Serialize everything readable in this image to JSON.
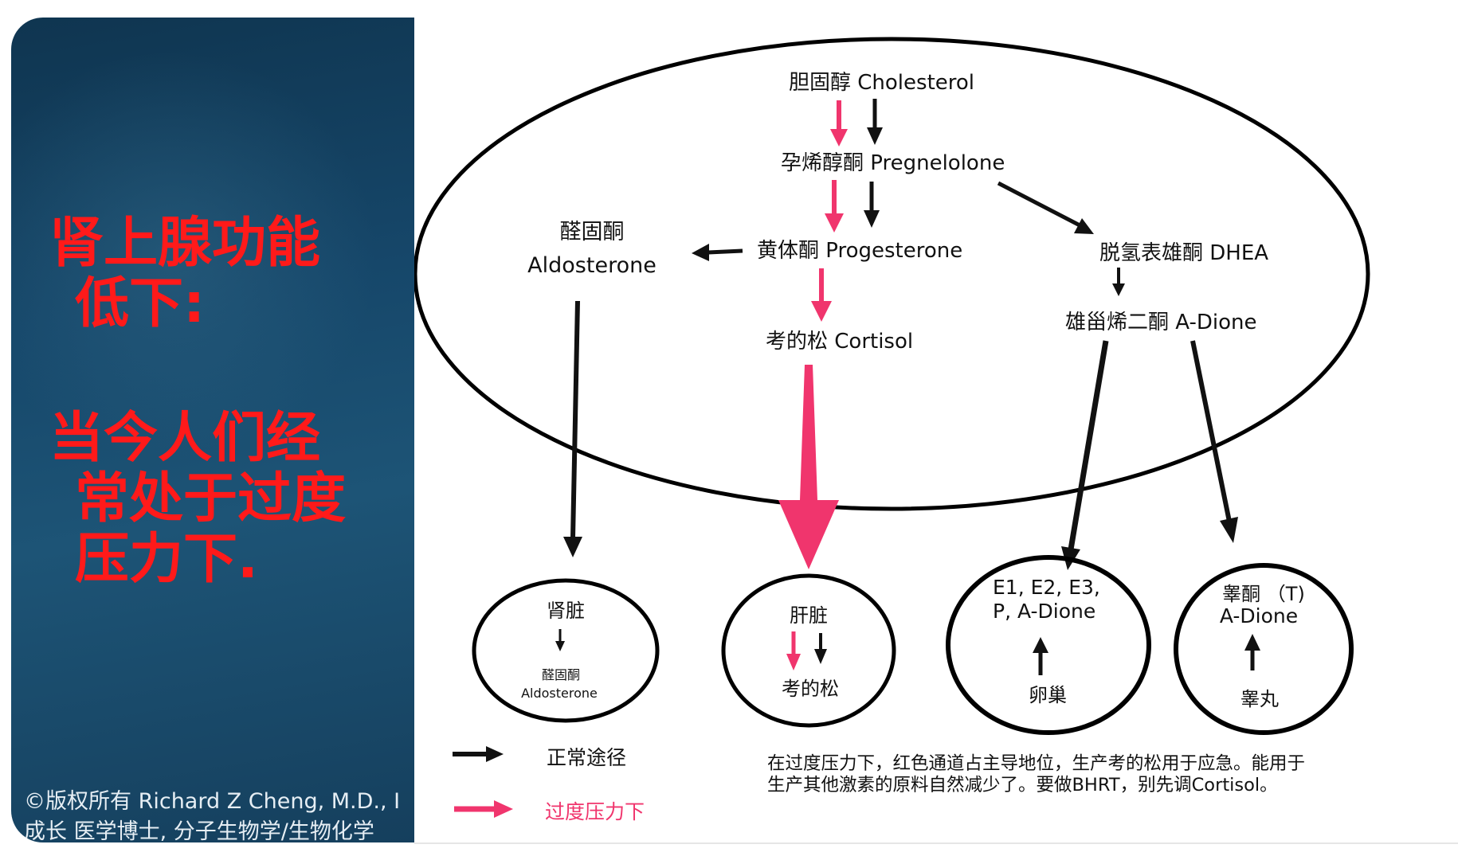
{
  "left_panel": {
    "heading_lines": [
      "肾上腺功能",
      "低下:",
      "当今人们经",
      "常处于过度",
      "压力下."
    ],
    "copyright_lines": [
      "©版权所有 Richard Z Cheng, M.D., I",
      "成长 医学博士, 分子生物学/生物化学"
    ]
  },
  "diagram": {
    "nodes": {
      "cholesterol": "胆固醇 Cholesterol",
      "pregnenolone": "孕烯醇酮 Pregnelolone",
      "progesterone": "黄体酮 Progesterone",
      "aldosterone_cn": "醛固酮",
      "aldosterone_en": "Aldosterone",
      "cortisol": "考的松 Cortisol",
      "dhea": "脱氢表雄酮 DHEA",
      "adione": "雄甾烯二酮 A-Dione"
    },
    "organs": {
      "kidney": {
        "title": "肾脏",
        "product_cn": "醛固酮",
        "product_en": "Aldosterone"
      },
      "liver": {
        "title": "肝脏",
        "product": "考的松"
      },
      "ovary": {
        "products_line1": "E1, E2, E3,",
        "products_line2": "P, A-Dione",
        "title": "卵巢"
      },
      "testis": {
        "products_line1": "睾酮 （T)",
        "products_line2": "A-Dione",
        "title": "睾丸"
      }
    },
    "legend": {
      "normal": "正常途径",
      "stress": "过度压力下"
    },
    "note_lines": [
      "在过度压力下，红色通道占主导地位，生产考的松用于应急。能用于",
      "生产其他激素的原料自然减少了。要做BHRT，别先调Cortisol。"
    ]
  },
  "colors": {
    "heading_red": "#ff1a1a",
    "pink_arrow": "#f0356d",
    "black_arrow": "#111111",
    "panel_dark": "#143c58"
  }
}
